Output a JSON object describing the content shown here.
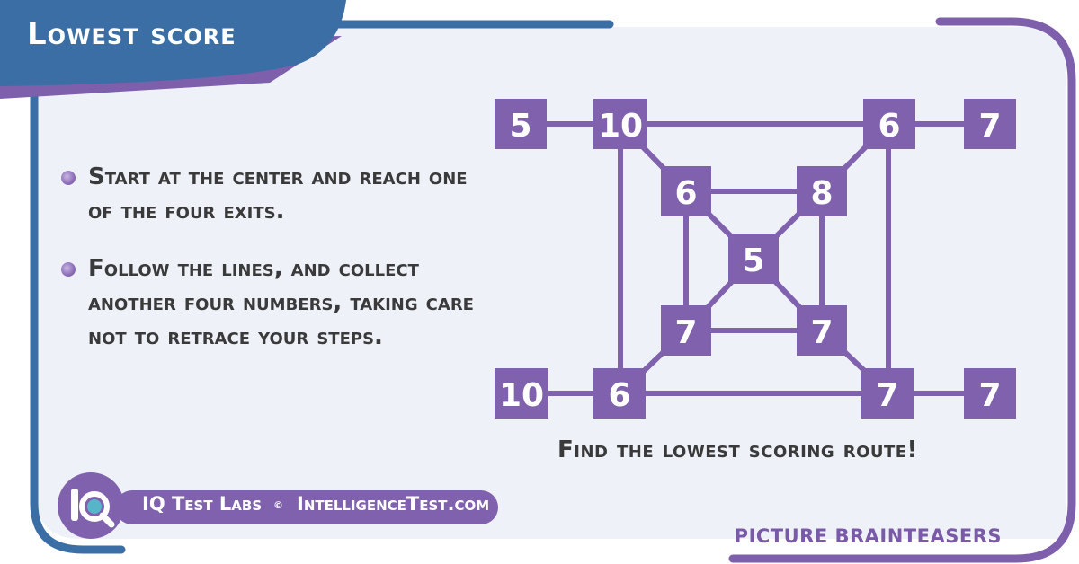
{
  "title": "Lowest score",
  "instructions": [
    "Start at the center and reach one of the four exits.",
    "Follow the lines, and collect another four numbers, taking care not to retrace your steps."
  ],
  "puzzle": {
    "nodes": {
      "exit_top_left": "5",
      "outer_top_left": "10",
      "outer_top_right": "6",
      "exit_top_right": "7",
      "inner_top_left": "6",
      "inner_top_right": "8",
      "center": "5",
      "inner_bottom_left": "7",
      "inner_bottom_right": "7",
      "exit_bottom_left": "10",
      "outer_bottom_left": "6",
      "outer_bottom_right": "7",
      "exit_bottom_right": "7"
    }
  },
  "caption": "Find the lowest scoring route!",
  "brand": {
    "name": "IQ Test Labs",
    "copyright": "©",
    "site": "IntelligenceTest.com"
  },
  "category": "PICTURE BRAINTEASERS",
  "colors": {
    "accent_purple": "#8061ad",
    "brand_blue": "#3a6ea5",
    "panel_bg": "#eef1f8"
  }
}
